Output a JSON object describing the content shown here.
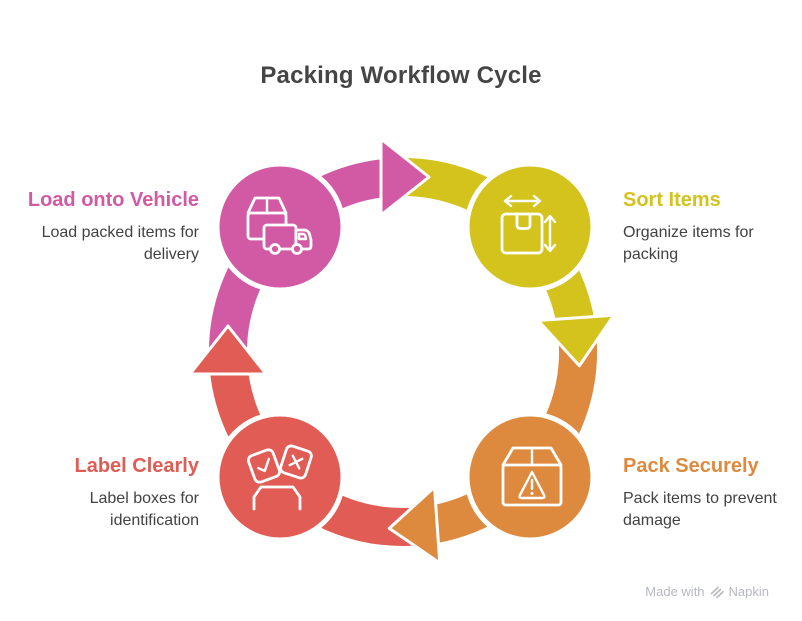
{
  "title": "Packing Workflow Cycle",
  "colors": {
    "pink": "#D25AA5",
    "yellow": "#D3C31C",
    "orange": "#DD8A3F",
    "red": "#E15C55",
    "heading_text": "#454545",
    "body_text": "#424242",
    "watermark_gray": "#B6B9BD"
  },
  "nodes": [
    {
      "label": "Load onto Vehicle",
      "desc_lines": [
        "Load packed items for",
        "delivery"
      ],
      "color": "#D25AA5",
      "icon": "box-truck-icon"
    },
    {
      "label": "Sort Items",
      "desc_lines": [
        "Organize items for",
        "packing"
      ],
      "color": "#D3C31C",
      "icon": "box-dimensions-icon"
    },
    {
      "label": "Pack Securely",
      "desc_lines": [
        "Pack items to prevent",
        "damage"
      ],
      "color": "#DD8A3F",
      "icon": "box-warning-icon"
    },
    {
      "label": "Label Clearly",
      "desc_lines": [
        "Label boxes for",
        "identification"
      ],
      "color": "#E15C55",
      "icon": "label-tags-icon"
    }
  ],
  "watermark": {
    "prefix": "Made with",
    "brand": "Napkin"
  }
}
